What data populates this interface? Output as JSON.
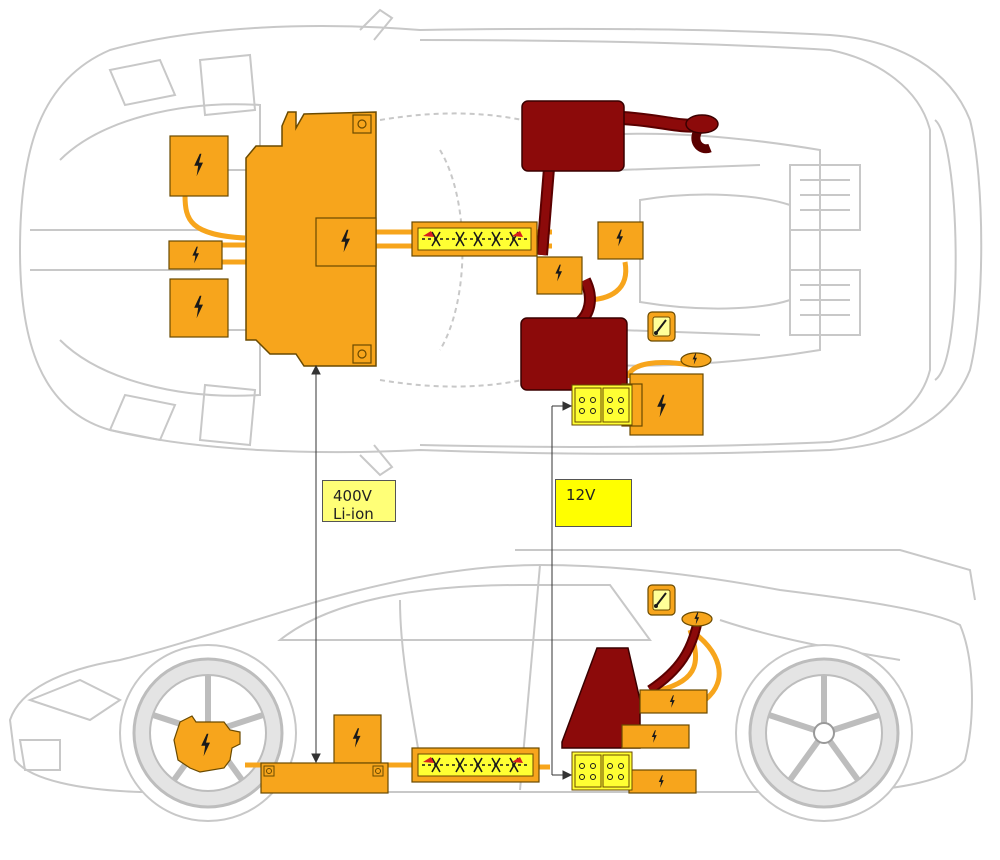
{
  "colors": {
    "outline": "#c8c8c8",
    "hv_orange": "#f7a51c",
    "hv_stroke": "#6a4a00",
    "dark_red": "#8c0a0a",
    "lv_yellow": "#ffff33",
    "wheel_grey": "#bdbdbd"
  },
  "labels": {
    "hv_battery_line1": "400V",
    "hv_battery_line2": "Li-ion",
    "lv_battery": "12V"
  },
  "icons": {
    "high_voltage": "lightning-bolt-icon",
    "switch": "disconnect-switch-icon",
    "fuse": "fuse-strip-icon",
    "terminal": "terminal-block-icon"
  }
}
